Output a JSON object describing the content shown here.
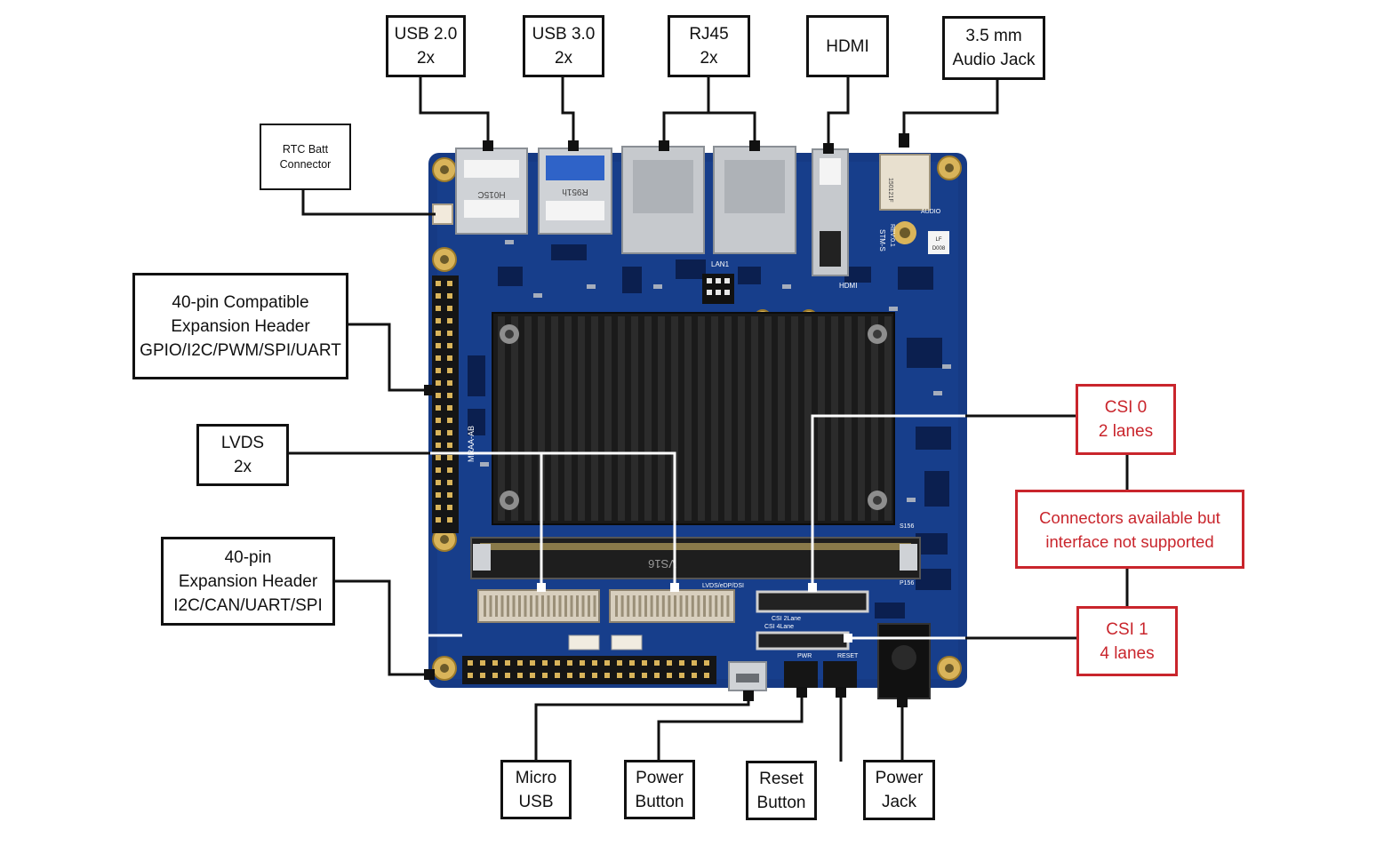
{
  "labels": {
    "usb2": {
      "lines": [
        "USB 2.0",
        "2x"
      ]
    },
    "usb3": {
      "lines": [
        "USB 3.0",
        "2x"
      ]
    },
    "rj45": {
      "lines": [
        "RJ45",
        "2x"
      ]
    },
    "hdmi": {
      "lines": [
        "HDMI"
      ]
    },
    "audio": {
      "lines": [
        "3.5 mm",
        "Audio Jack"
      ]
    },
    "rtc": {
      "lines": [
        "RTC Batt",
        "Connector"
      ]
    },
    "gpio40": {
      "lines": [
        "40-pin Compatible",
        "Expansion Header",
        "GPIO/I2C/PWM/SPI/UART"
      ]
    },
    "lvds": {
      "lines": [
        "LVDS",
        "2x"
      ]
    },
    "can40": {
      "lines": [
        "40-pin",
        "Expansion Header",
        "I2C/CAN/UART/SPI"
      ]
    },
    "csi0": {
      "lines": [
        "CSI 0",
        "2 lanes"
      ]
    },
    "csi1": {
      "lines": [
        "CSI 1",
        "4 lanes"
      ]
    },
    "note": {
      "lines": [
        "Connectors available but",
        "interface not supported"
      ]
    },
    "microusb": {
      "lines": [
        "Micro",
        "USB"
      ]
    },
    "pwrbtn": {
      "lines": [
        "Power",
        "Button"
      ]
    },
    "resetbtn": {
      "lines": [
        "Reset",
        "Button"
      ]
    },
    "pwrjack": {
      "lines": [
        "Power",
        "Jack"
      ]
    }
  },
  "board_silkscreen": {
    "usb2_port": "H015C",
    "usb3_port": "R951h",
    "hdmi": "HDMI",
    "lan": "LAN1",
    "audio": "AUDIO",
    "model": "STM-S",
    "rev": "REV:0.1",
    "serial": "150121F",
    "mraa": "MRAA-AB",
    "sodimm": "VS16",
    "csi_2lane": "CSI 2Lane",
    "csi_4lane": "CSI 4Lane",
    "lvds_edp": "LVDS/eDP/DSI",
    "pwr": "PWR",
    "reset": "RESET",
    "sodimm_pin": "S156",
    "sodimm_pin2": "P156",
    "lf": "LF",
    "lf_code": "D008"
  },
  "colors": {
    "pcb": "#163a84",
    "pcb_dark": "#0f2a66",
    "heatsink": "#1a1a1a",
    "fin": "#2b2b2b",
    "metal": "#cfd2d6",
    "gold": "#d9b45a",
    "beige": "#d8cfbe",
    "red": "#c9252c"
  }
}
